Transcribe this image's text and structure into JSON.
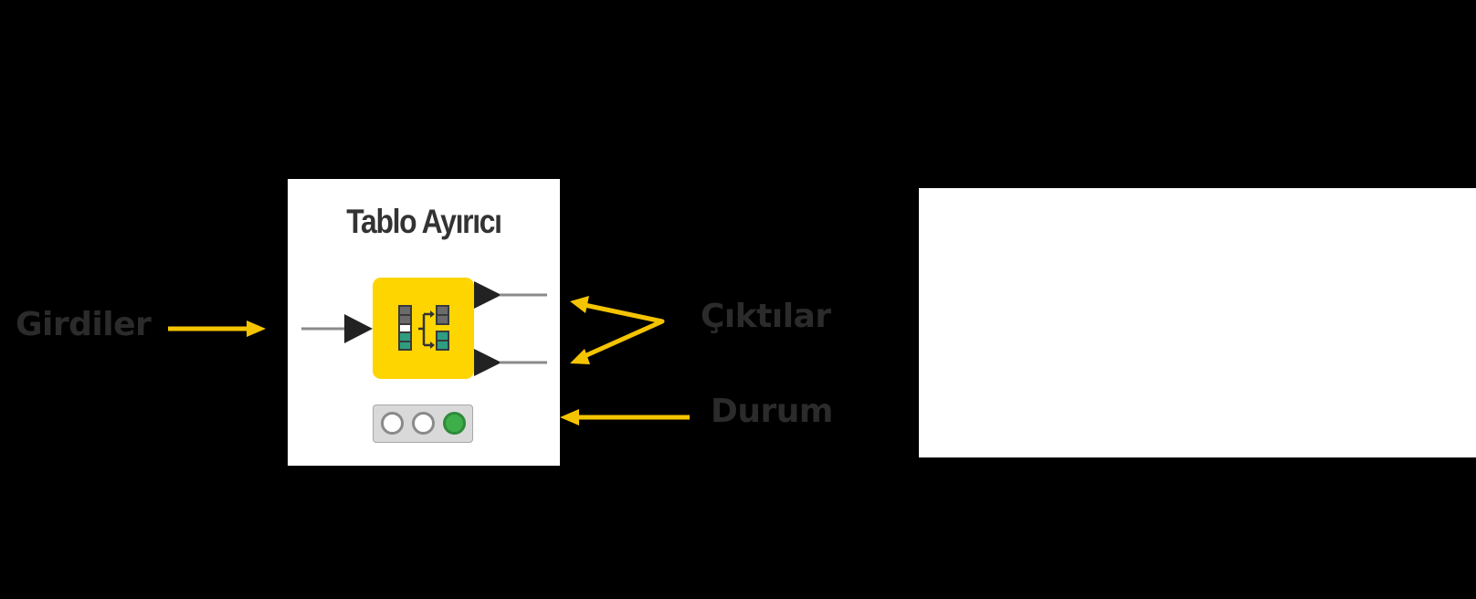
{
  "node": {
    "title": "Tablo Ayırıcı",
    "body_color": "#FFD500",
    "input_ports": 1,
    "output_ports": 2,
    "status": {
      "lights": [
        {
          "state": "off",
          "color": "#ffffff"
        },
        {
          "state": "off",
          "color": "#ffffff"
        },
        {
          "state": "on",
          "color": "#3dae49"
        }
      ]
    },
    "icon": "table-splitter-icon"
  },
  "annotations": {
    "inputs_label": "Girdiler",
    "outputs_label": "Çıktılar",
    "status_label": "Durum",
    "arrow_color": "#F5C400",
    "label_color": "#2b2b2b"
  },
  "right_panel": {
    "content": ""
  }
}
